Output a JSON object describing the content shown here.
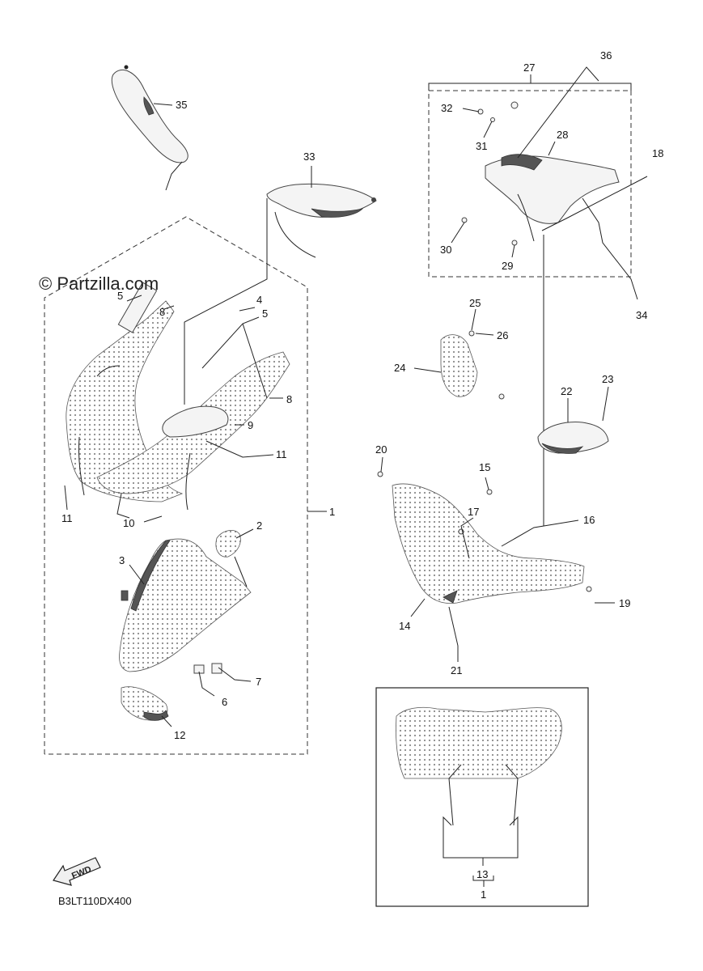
{
  "watermark": "© Partzilla.com",
  "diagram_code": "B3LT110DX400",
  "fwd_label": "FWD",
  "callouts": {
    "c1a": "1",
    "c1b": "1",
    "c2": "2",
    "c3": "3",
    "c4": "4",
    "c5a": "5",
    "c5b": "5",
    "c6": "6",
    "c7": "7",
    "c8a": "8",
    "c8b": "8",
    "c9": "9",
    "c10": "10",
    "c11a": "11",
    "c11b": "11",
    "c12": "12",
    "c13": "13",
    "c14": "14",
    "c15": "15",
    "c16": "16",
    "c17": "17",
    "c18": "18",
    "c19": "19",
    "c20": "20",
    "c21": "21",
    "c22": "22",
    "c23": "23",
    "c24": "24",
    "c25": "25",
    "c26": "26",
    "c27": "27",
    "c28": "28",
    "c29": "29",
    "c30": "30",
    "c31": "31",
    "c32": "32",
    "c33": "33",
    "c34": "34",
    "c35": "35",
    "c36": "36"
  }
}
